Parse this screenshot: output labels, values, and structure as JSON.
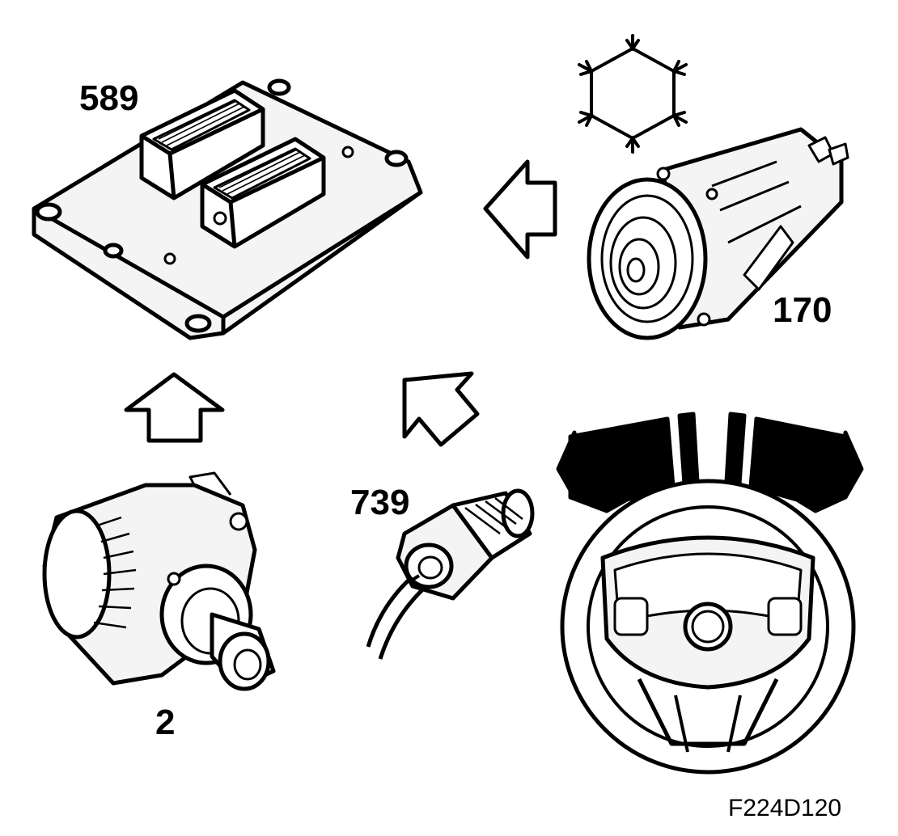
{
  "diagram": {
    "components": [
      {
        "id": "ecm",
        "callout": "589",
        "icon": "ecm-control-module-icon"
      },
      {
        "id": "ac-compressor",
        "callout": "170",
        "icon": "ac-compressor-icon"
      },
      {
        "id": "generator",
        "callout": "2",
        "icon": "generator-alternator-icon"
      },
      {
        "id": "pressure-sensor",
        "callout": "739",
        "icon": "pressure-sensor-icon"
      },
      {
        "id": "steering-wheel",
        "callout": "",
        "icon": "steering-wheel-icon"
      }
    ],
    "snowflake_icon": "snowflake-icon",
    "figure_reference": "F224D120"
  },
  "colors": {
    "ink": "#000000",
    "paper": "#ffffff",
    "panel": "#f4f4f4"
  }
}
